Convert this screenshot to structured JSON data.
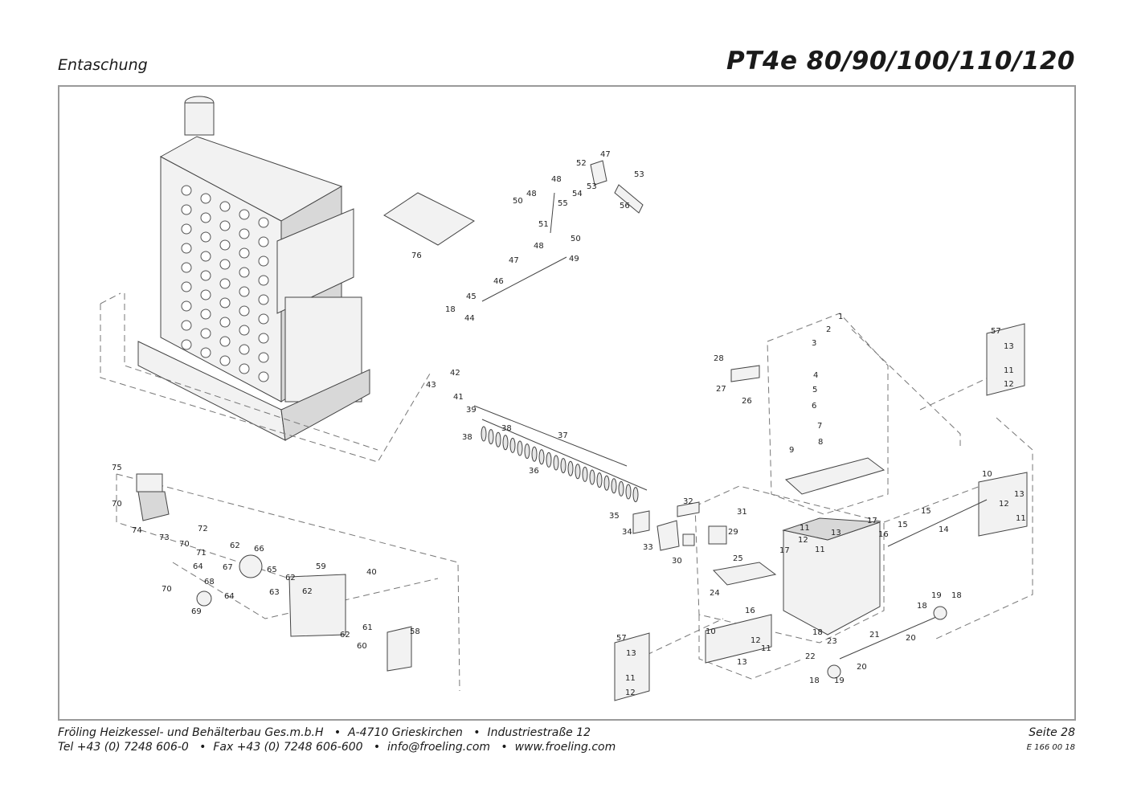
{
  "header": {
    "section": "Entaschung",
    "model": "PT4e 80/90/100/110/120"
  },
  "footer": {
    "line1": "Fröling Heizkessel- und Behälterbau Ges.m.b.H   •  A-4710 Grieskirchen   •  Industriestraße 12",
    "line2": "Tel +43 (0) 7248 606-0   •  Fax +43 (0) 7248 606-600   •  info@froeling.com   •  www.froeling.com",
    "page": "Seite 28",
    "doc_code": "E 166 00 18"
  },
  "part_numbers": [
    "47",
    "52",
    "53",
    "48",
    "50",
    "48",
    "54",
    "53",
    "55",
    "56",
    "51",
    "76",
    "48",
    "50",
    "47",
    "49",
    "46",
    "45",
    "18",
    "44",
    "42",
    "43",
    "41",
    "39",
    "38",
    "38",
    "37",
    "36",
    "35",
    "34",
    "33",
    "32",
    "31",
    "30",
    "29",
    "25",
    "24",
    "28",
    "27",
    "26",
    "1",
    "2",
    "3",
    "4",
    "5",
    "6",
    "7",
    "8",
    "9",
    "57",
    "13",
    "11",
    "12",
    "10",
    "13",
    "12",
    "11",
    "15",
    "15",
    "14",
    "17",
    "16",
    "11",
    "12",
    "11",
    "13",
    "17",
    "75",
    "70",
    "74",
    "73",
    "72",
    "70",
    "71",
    "62",
    "66",
    "64",
    "67",
    "68",
    "65",
    "64",
    "70",
    "69",
    "63",
    "62",
    "62",
    "59",
    "40",
    "61",
    "62",
    "60",
    "58",
    "16",
    "10",
    "12",
    "18",
    "11",
    "13",
    "57",
    "13",
    "11",
    "12",
    "23",
    "22",
    "21",
    "20",
    "19",
    "18",
    "18",
    "19",
    "20",
    "18"
  ]
}
